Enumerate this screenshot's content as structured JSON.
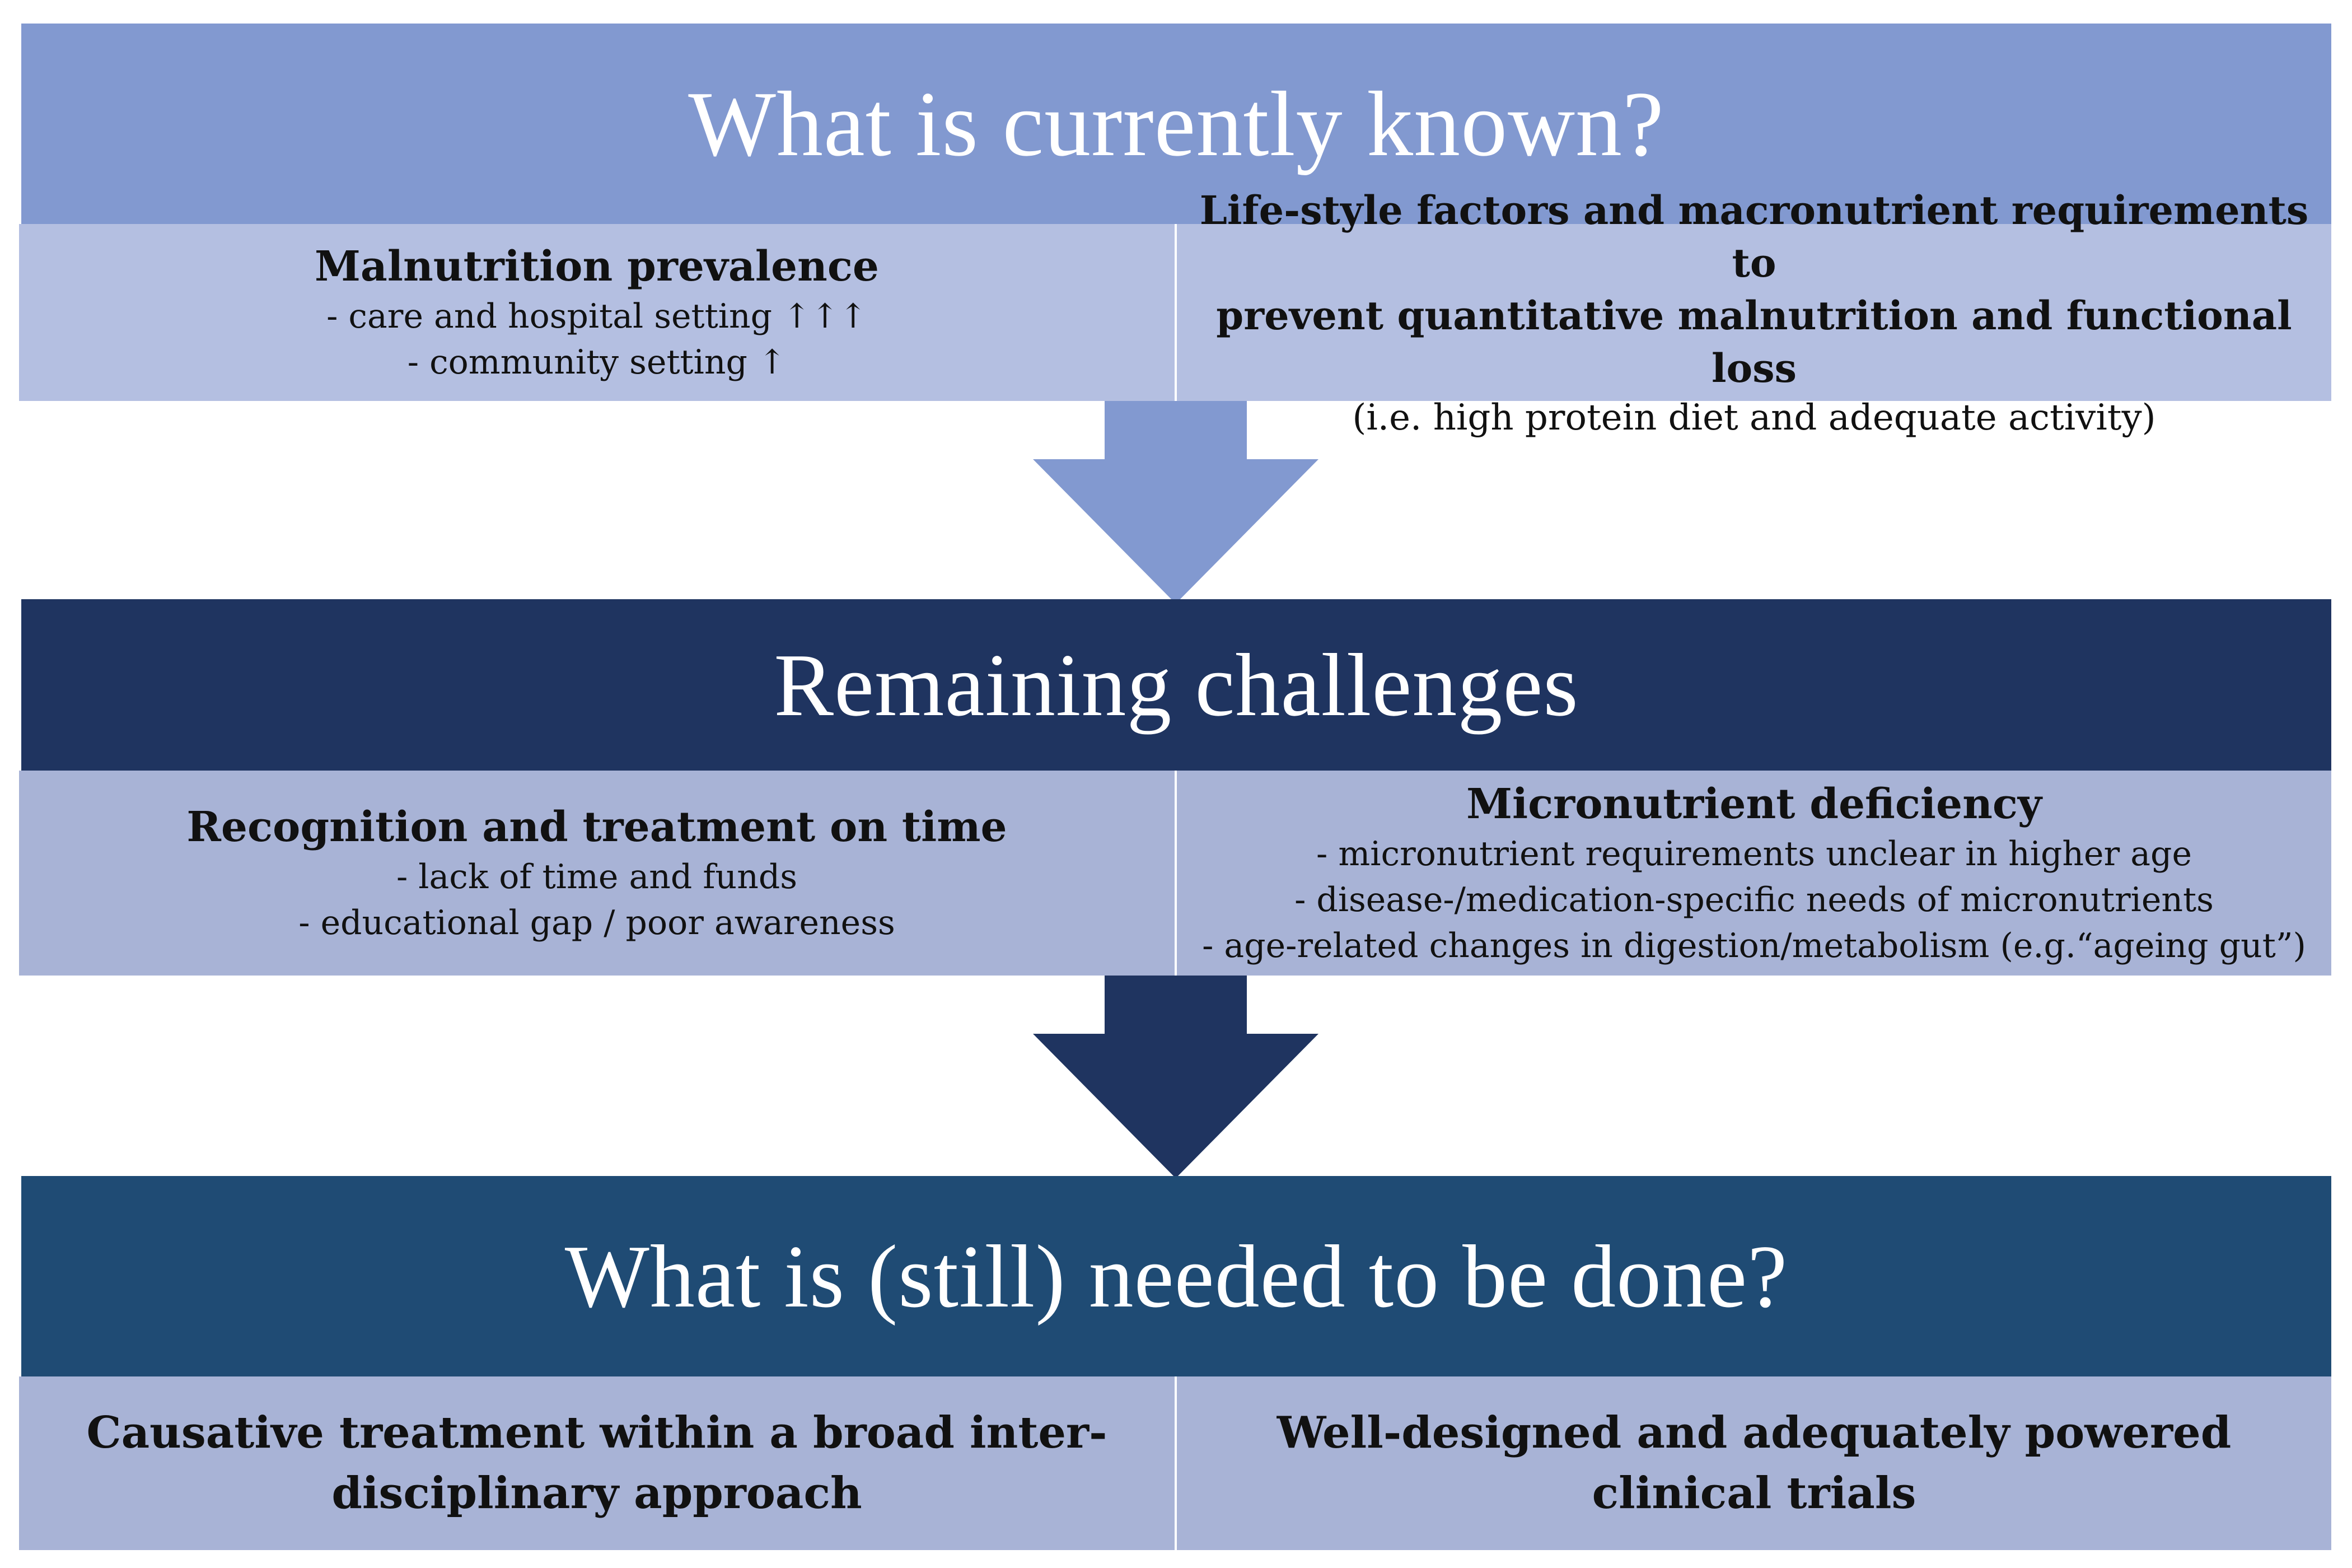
{
  "colors": {
    "section1_header": "#8299d0",
    "section1_panel": "#b4bfe1",
    "section2_header": "#1f3460",
    "section2_panel": "#a8b3d6",
    "section3_header": "#1f4b74",
    "section3_panel": "#a8b3d6",
    "arrow1": "#8299d0",
    "arrow2": "#1f3460"
  },
  "sections": [
    {
      "header": "What is currently known?",
      "left": {
        "title": "Malnutrition prevalence",
        "lines": [
          "- care and hospital setting ↑↑↑",
          "- community setting ↑"
        ]
      },
      "right": {
        "title_lines": [
          "Life-style factors and macronutrient requirements to",
          "prevent quantitative malnutrition and functional loss"
        ],
        "lines": [
          "(i.e. high protein diet and adequate activity)"
        ]
      }
    },
    {
      "header": "Remaining challenges",
      "left": {
        "title": "Recognition and treatment on time",
        "lines": [
          "- lack of time and funds",
          "- educational gap /  poor awareness"
        ]
      },
      "right": {
        "title": "Micronutrient deficiency",
        "lines": [
          "- micronutrient requirements unclear in higher age",
          "- disease-/medication-specific needs of micronutrients",
          "- age-related changes in digestion/metabolism (e.g.“ageing gut”)"
        ]
      }
    },
    {
      "header": "What is (still) needed to be done?",
      "left": {
        "title_lines": [
          "Causative treatment within a broad inter-",
          "disciplinary approach"
        ]
      },
      "right": {
        "title_lines": [
          "Well-designed and adequately powered",
          "clinical trials"
        ]
      }
    }
  ]
}
